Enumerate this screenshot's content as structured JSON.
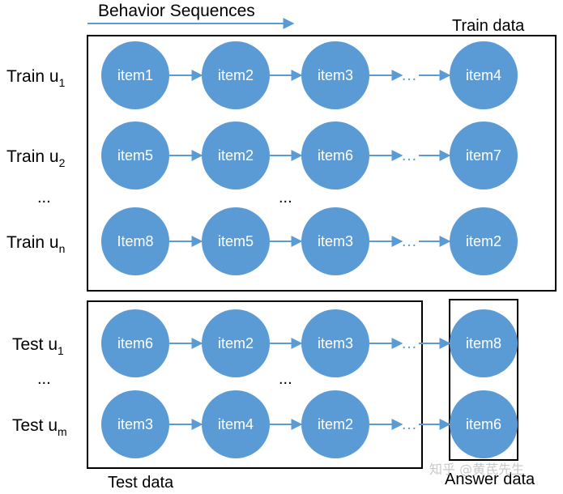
{
  "header": {
    "arrow_label": "Behavior Sequences"
  },
  "boxes": {
    "train_label": "Train data",
    "test_label": "Test data",
    "answer_label": "Answer data"
  },
  "rows": [
    {
      "group": "train",
      "label_main": "Train u",
      "label_sub": "1",
      "items": [
        "item1",
        "item2",
        "item3",
        "item4"
      ]
    },
    {
      "group": "train",
      "label_main": "Train u",
      "label_sub": "2",
      "items": [
        "item5",
        "item2",
        "item6",
        "item7"
      ]
    },
    {
      "group": "train",
      "label_main": "Train u",
      "label_sub": "n",
      "items": [
        "Item8",
        "item5",
        "item3",
        "item2"
      ]
    },
    {
      "group": "test",
      "label_main": "Test u",
      "label_sub": "1",
      "items": [
        "item6",
        "item2",
        "item3",
        "item8"
      ]
    },
    {
      "group": "test",
      "label_main": "Test u",
      "label_sub": "m",
      "items": [
        "item3",
        "item4",
        "item2",
        "item6"
      ]
    }
  ],
  "ellipsis": "…",
  "row_ellipsis": "...",
  "watermark": "知乎 @黄芪先生",
  "colors": {
    "node_fill": "#5b9bd5",
    "arrow": "#5b9bd5",
    "box_stroke": "#000000",
    "node_text": "#ffffff"
  }
}
